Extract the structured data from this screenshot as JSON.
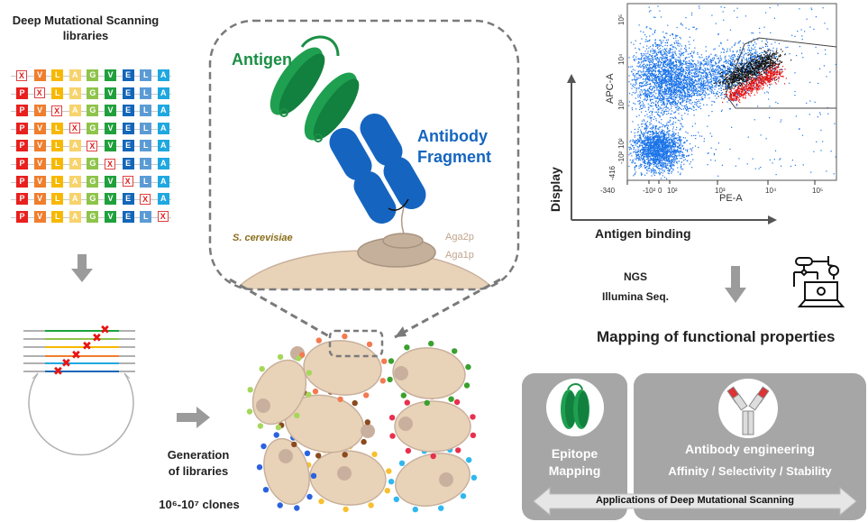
{
  "left": {
    "title_line1": "Deep Mutational Scanning",
    "title_line2": "libraries",
    "wildtype_sequence": [
      "P",
      "V",
      "L",
      "A",
      "G",
      "V",
      "E",
      "L",
      "A"
    ],
    "residue_colors": [
      "#e8201e",
      "#ef7e2e",
      "#f7b800",
      "#f7d36c",
      "#8ec44a",
      "#20a03c",
      "#1466b8",
      "#5b9bd5",
      "#1fa8e0"
    ],
    "mutation_marker": "X",
    "library_rows": 9
  },
  "generation": {
    "line1": "Generation",
    "line2": "of libraries",
    "clones": "10⁶-10⁷ clones"
  },
  "display": {
    "antigen_label": "Antigen",
    "antibody_label_line1": "Antibody",
    "antibody_label_line2": "Fragment",
    "organism_label": "S. cerevisiae",
    "aga2p_label": "Aga2p",
    "aga1p_label": "Aga1p",
    "colors": {
      "antigen": "#1a8f45",
      "antibody": "#1565c0",
      "yeast": "#e8d3b9",
      "aga": "#c8b09c",
      "organism_text": "#8a6d1a",
      "aga_text": "#c0a58e"
    }
  },
  "facs": {
    "y_axis_label": "APC-A",
    "x_axis_label": "PE-A",
    "y_ticks": [
      "10⁵",
      "10⁴",
      "10³",
      "10²",
      "-10²",
      "-416"
    ],
    "x_ticks": [
      "-340",
      "-10²",
      "0",
      "10²",
      "10³",
      "10⁴",
      "10⁵"
    ],
    "outer_y_label": "Display",
    "outer_x_label": "Antigen binding",
    "colors": {
      "population": "#1a73e8",
      "gate_positive": "#111111",
      "sorted": "#e81010"
    }
  },
  "ngs": {
    "line1": "NGS",
    "line2": "Illumina Seq."
  },
  "mapping_title": "Mapping of functional properties",
  "applications": {
    "epitope_line1": "Epitope",
    "epitope_line2": "Mapping",
    "engineering_title": "Antibody engineering",
    "engineering_sub": "Affinity / Selectivity / Stability",
    "banner": "Applications of Deep Mutational Scanning"
  },
  "cell_colors": [
    "#a6d65a",
    "#f47a50",
    "#3aa02e",
    "#8b4a1c",
    "#e8304e",
    "#2a62e0",
    "#f8c030",
    "#30b8ee"
  ]
}
